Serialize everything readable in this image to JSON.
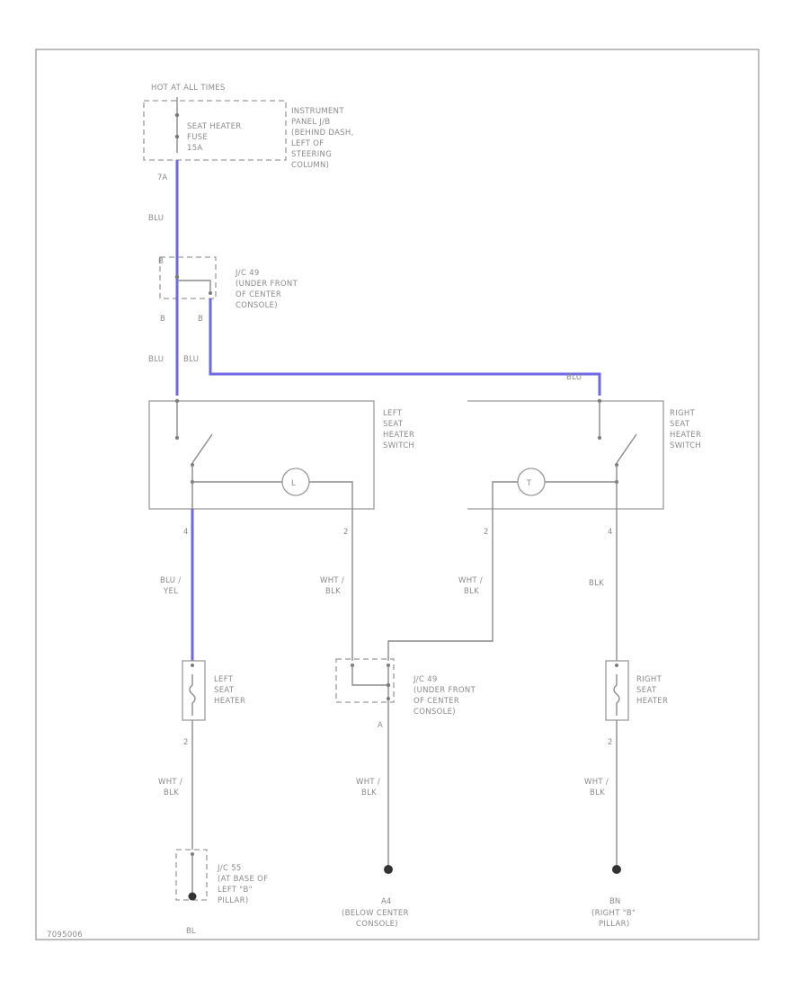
{
  "fuse": {
    "header": "HOT AT ALL TIMES",
    "name": [
      "SEAT HEATER",
      "FUSE",
      "15A"
    ],
    "location": [
      "INSTRUMENT",
      "PANEL J/B",
      "(BEHIND DASH,",
      "LEFT OF",
      "STEERING",
      "COLUMN)"
    ],
    "pin": "7A"
  },
  "jc_top": {
    "name": [
      "J/C 49",
      "(UNDER FRONT",
      "OF CENTER",
      "CONSOLE)"
    ],
    "pin_in": "B",
    "pin_out_left": "B",
    "pin_out_right": "B"
  },
  "wires": {
    "fuse_to_jc": "BLU",
    "jc_to_left": "BLU",
    "jc_to_right": "BLU",
    "right_feed": "BLU",
    "left_switch_to_heater": [
      "BLU /",
      "YEL"
    ],
    "left_switch_illum": [
      "WHT /",
      "BLK"
    ],
    "right_switch_illum": [
      "WHT /",
      "BLK"
    ],
    "right_switch_to_heater": "BLK",
    "left_heater_gnd": [
      "WHT /",
      "BLK"
    ],
    "jc_bottom_gnd": [
      "WHT /",
      "BLK"
    ],
    "right_heater_gnd": [
      "WHT /",
      "BLK"
    ]
  },
  "left_switch": {
    "name": [
      "LEFT",
      "SEAT",
      "HEATER",
      "SWITCH"
    ],
    "pin_out": "4",
    "pin_illum": "2"
  },
  "right_switch": {
    "name": [
      "RIGHT",
      "SEAT",
      "HEATER",
      "SWITCH"
    ],
    "pin_out": "4",
    "pin_illum": "2"
  },
  "left_heater": {
    "name": [
      "LEFT",
      "SEAT",
      "HEATER"
    ],
    "pin_gnd": "2"
  },
  "right_heater": {
    "name": [
      "RIGHT",
      "SEAT",
      "HEATER"
    ],
    "pin_gnd": "2"
  },
  "jc_bottom": {
    "name": [
      "J/C 49",
      "(UNDER FRONT",
      "OF CENTER",
      "CONSOLE)"
    ],
    "pin_out": "A"
  },
  "jc_left_gnd": {
    "name": [
      "J/C 55",
      "(AT BASE OF",
      "LEFT \"B\"",
      "PILLAR)"
    ],
    "ground_id": "BL"
  },
  "ground_center": {
    "id": "A4",
    "location": [
      "(BELOW CENTER",
      "CONSOLE)"
    ]
  },
  "ground_right": {
    "id": "BN",
    "location": [
      "(RIGHT \"B\"",
      "PILLAR)"
    ]
  },
  "diagram_id": "7095006"
}
